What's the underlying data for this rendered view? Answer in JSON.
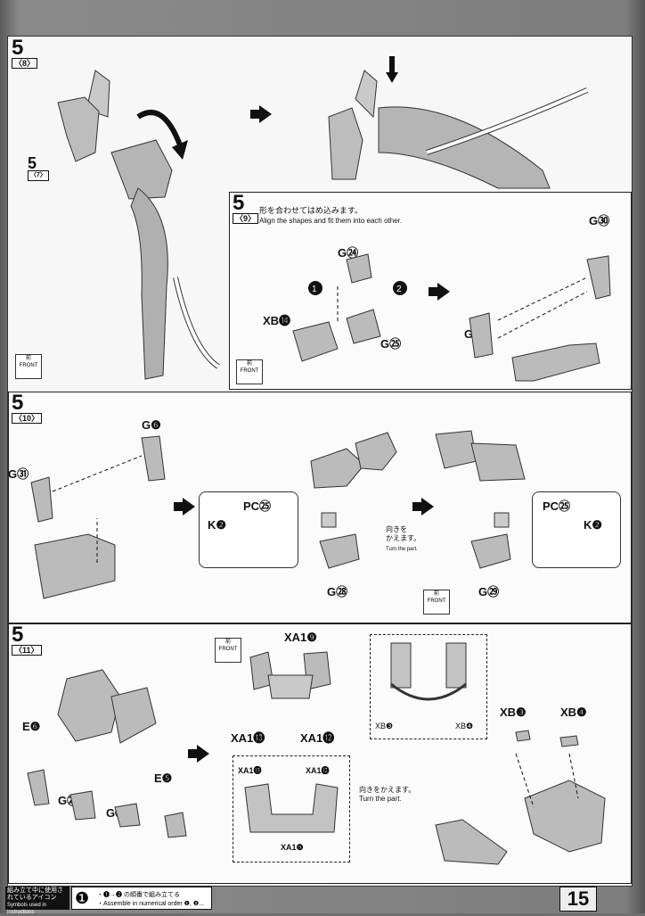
{
  "steps": {
    "s8": {
      "num": "5",
      "sub": "〈8〉",
      "ref_num": "5",
      "ref_sub": "〈7〉"
    },
    "s9": {
      "num": "5",
      "sub": "〈9〉",
      "note_jp": "形を合わせてはめ込みます。",
      "note_en": "Align the shapes and fit them into each other."
    },
    "s10": {
      "num": "5",
      "sub": "〈10〉",
      "turn_jp": "向きを\nかえます。",
      "turn_en": "Turn the part."
    },
    "s11": {
      "num": "5",
      "sub": "〈11〉",
      "turn_jp": "向きをかえます。",
      "turn_en": "Turn the part."
    }
  },
  "front": {
    "jp": "前",
    "en": "FRONT"
  },
  "labels": {
    "g24": "G㉔",
    "g25": "G㉕",
    "g30": "G㉚",
    "g5": "G❺",
    "xb14": "XB⓮",
    "g31": "G㉛",
    "g6": "G❻",
    "k2": "K❷",
    "pc25": "PC㉕",
    "g28": "G㉘",
    "g29": "G㉙",
    "e6": "E❻",
    "g26": "G㉖",
    "g27": "G㉗",
    "e5": "E❺",
    "xa19": "XA1❾",
    "xa113": "XA1⓭",
    "xa112": "XA1⓬",
    "xb3": "XB❸",
    "xb4": "XB❹"
  },
  "footer": {
    "legend_jp": "組み立て中に使用されているアイコン",
    "legend_en": "Symbols used in instructions",
    "icon": "❶",
    "order_jp": "・❶→❷ の順番で組み立てる",
    "order_en": "・Assemble in numerical order ❶, ❷...",
    "page": "15"
  }
}
